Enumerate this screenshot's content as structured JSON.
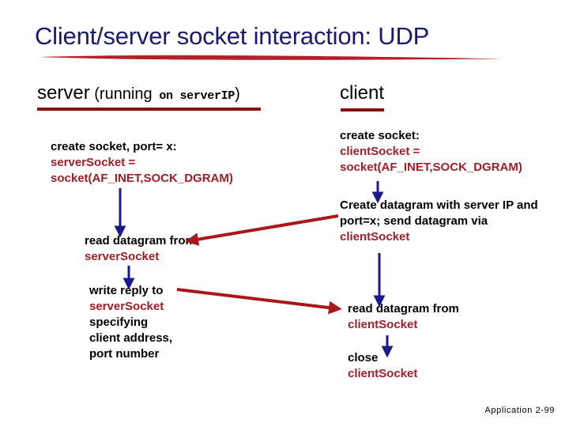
{
  "slide": {
    "title": "Client/server socket interaction: UDP",
    "title_color": "#1a1a6e",
    "underline_color": "#b3202a",
    "code_color": "#9e1f28",
    "arrow_blue": "#1a1a8c",
    "arrow_red": "#a81818",
    "background": "#ffffff"
  },
  "columns": {
    "server": {
      "heading_main": "server",
      "heading_paren_open": " (",
      "heading_running": "running",
      "heading_on": " on ",
      "heading_ip": "serverIP",
      "heading_paren_close": ")"
    },
    "client": {
      "heading": "client"
    }
  },
  "server_steps": [
    {
      "id": "create-socket",
      "lines": [
        {
          "text": "create socket, port= x:",
          "style": "plain"
        },
        {
          "text": "serverSocket =",
          "style": "code"
        },
        {
          "text": "socket(AF_INET,SOCK_DGRAM)",
          "style": "code"
        }
      ]
    },
    {
      "id": "read-datagram",
      "lines": [
        {
          "text": "read datagram from",
          "style": "plain"
        },
        {
          "text": "serverSocket",
          "style": "code"
        }
      ]
    },
    {
      "id": "write-reply",
      "lines": [
        {
          "text": "write reply to",
          "style": "plain"
        },
        {
          "text": "serverSocket",
          "style": "code"
        },
        {
          "text": "specifying",
          "style": "plain"
        },
        {
          "text": "client address,",
          "style": "plain"
        },
        {
          "text": "port number",
          "style": "plain"
        }
      ]
    }
  ],
  "client_steps": [
    {
      "id": "create-socket",
      "lines": [
        {
          "text": "create socket:",
          "style": "plain"
        },
        {
          "text": "clientSocket =",
          "style": "code"
        },
        {
          "text": "socket(AF_INET,SOCK_DGRAM)",
          "style": "code"
        }
      ]
    },
    {
      "id": "create-datagram",
      "lines": [
        {
          "text": "Create datagram with server IP and",
          "style": "plain"
        },
        {
          "text": "port=x; send datagram via",
          "style": "plain"
        },
        {
          "text": "clientSocket",
          "style": "code"
        }
      ]
    },
    {
      "id": "read-datagram",
      "lines": [
        {
          "text": "read datagram from",
          "style": "plain"
        },
        {
          "text": "clientSocket",
          "style": "code"
        }
      ]
    },
    {
      "id": "close-socket",
      "lines": [
        {
          "text": "close",
          "style": "plain"
        },
        {
          "text": "clientSocket",
          "style": "code"
        }
      ]
    }
  ],
  "flow_arrows": [
    {
      "id": "server-create-to-read",
      "color": "#1a1a8c",
      "direction": "down"
    },
    {
      "id": "server-read-to-write",
      "color": "#1a1a8c",
      "direction": "down"
    },
    {
      "id": "client-create-to-datagram",
      "color": "#1a1a8c",
      "direction": "down"
    },
    {
      "id": "client-datagram-to-read",
      "color": "#1a1a8c",
      "direction": "down"
    },
    {
      "id": "client-read-to-close",
      "color": "#1a1a8c",
      "direction": "down"
    },
    {
      "id": "client-send-to-server-read",
      "color": "#a81818",
      "direction": "left"
    },
    {
      "id": "server-reply-to-client-read",
      "color": "#a81818",
      "direction": "right"
    }
  ],
  "footer": {
    "text": "Application  2-99"
  }
}
